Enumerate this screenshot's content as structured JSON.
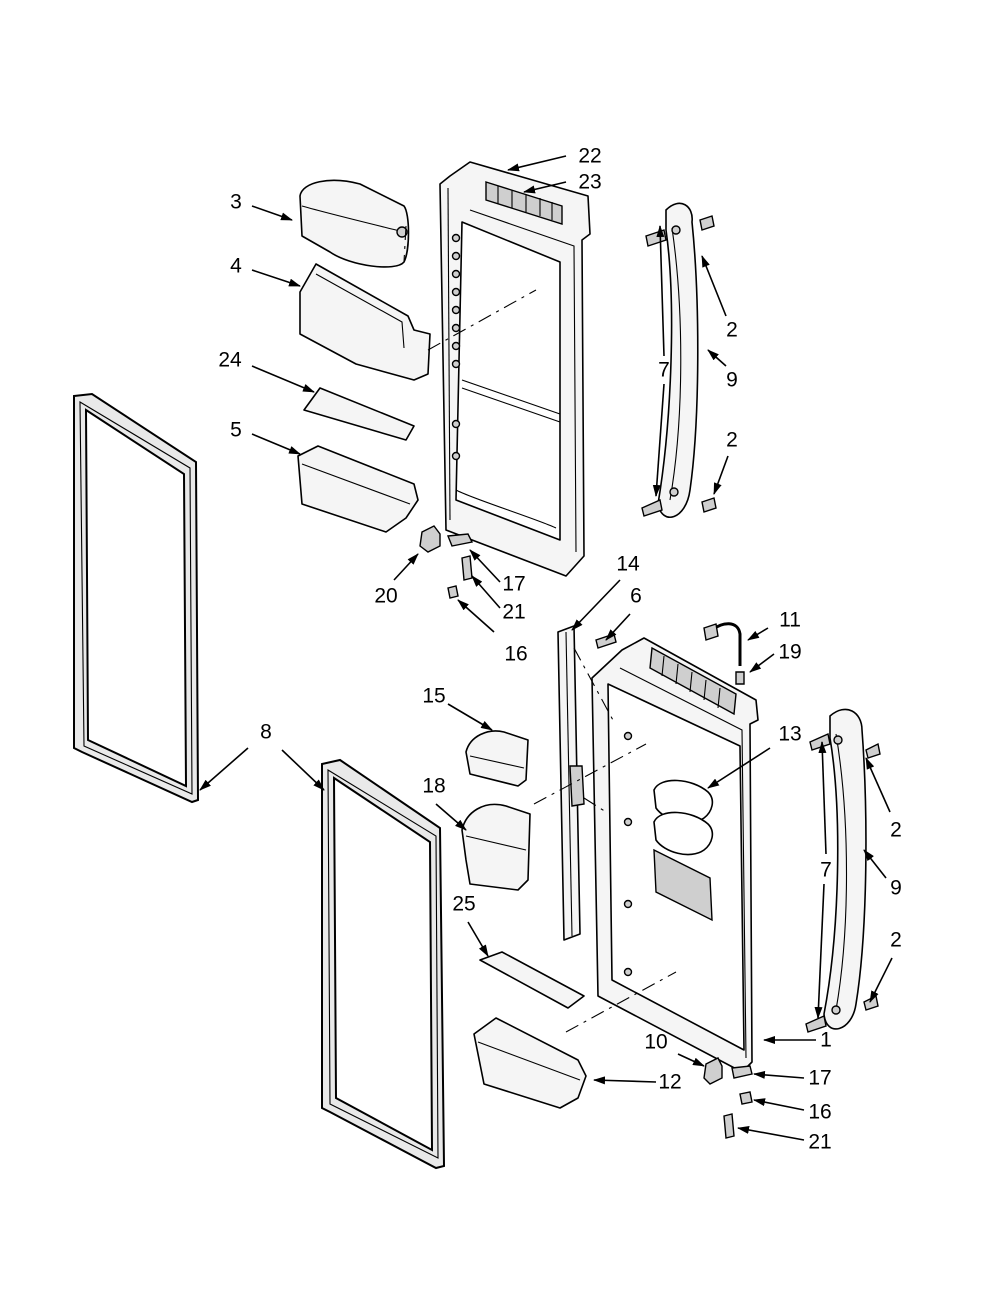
{
  "diagram": {
    "background": "#ffffff",
    "line_color": "#000000",
    "callouts": [
      {
        "label": "22"
      },
      {
        "label": "23"
      },
      {
        "label": "3"
      },
      {
        "label": "4"
      },
      {
        "label": "24"
      },
      {
        "label": "5"
      },
      {
        "label": "2"
      },
      {
        "label": "7"
      },
      {
        "label": "9"
      },
      {
        "label": "2"
      },
      {
        "label": "20"
      },
      {
        "label": "17"
      },
      {
        "label": "21"
      },
      {
        "label": "16"
      },
      {
        "label": "14"
      },
      {
        "label": "6"
      },
      {
        "label": "11"
      },
      {
        "label": "19"
      },
      {
        "label": "15"
      },
      {
        "label": "8"
      },
      {
        "label": "13"
      },
      {
        "label": "18"
      },
      {
        "label": "2"
      },
      {
        "label": "7"
      },
      {
        "label": "9"
      },
      {
        "label": "25"
      },
      {
        "label": "2"
      },
      {
        "label": "1"
      },
      {
        "label": "10"
      },
      {
        "label": "17"
      },
      {
        "label": "12"
      },
      {
        "label": "16"
      },
      {
        "label": "21"
      }
    ]
  }
}
